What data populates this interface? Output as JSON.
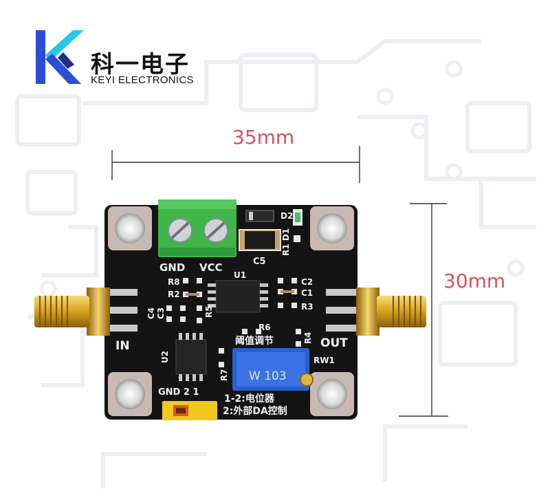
{
  "brand": {
    "name_cn": "科一电子",
    "name_en": "KEYI ELECTRONICS",
    "colors": {
      "blue": "#2a4fd6",
      "cyan": "#29c6f0"
    }
  },
  "dimensions": {
    "width_label": "35mm",
    "height_label": "30mm",
    "color": "#d8505a"
  },
  "board": {
    "silkscreen": {
      "gnd": "GND",
      "vcc": "VCC",
      "c5": "C5",
      "d2": "D2",
      "r1d1": "R1 D1",
      "r8": "R8",
      "r2": "R2",
      "u1": "U1",
      "c2": "C2",
      "c1": "C1",
      "r3": "R3",
      "c4": "C4",
      "c3": "C3",
      "r5": "R5",
      "r6": "R6",
      "r4": "R4",
      "in": "IN",
      "out": "OUT",
      "threshold": "阈值调节",
      "u2": "U2",
      "r7": "R7",
      "rw1": "RW1",
      "jumper_label": "GND 2  1",
      "note1": "1-2:电位器",
      "note2": "2:外部DA控制",
      "pot_marking": "W 103"
    },
    "colors": {
      "pcb": "#141414",
      "terminal": "#3fb54a",
      "gold": "#d9a520",
      "pot": "#2a5fd0",
      "jumper": "#f2c81e"
    }
  }
}
